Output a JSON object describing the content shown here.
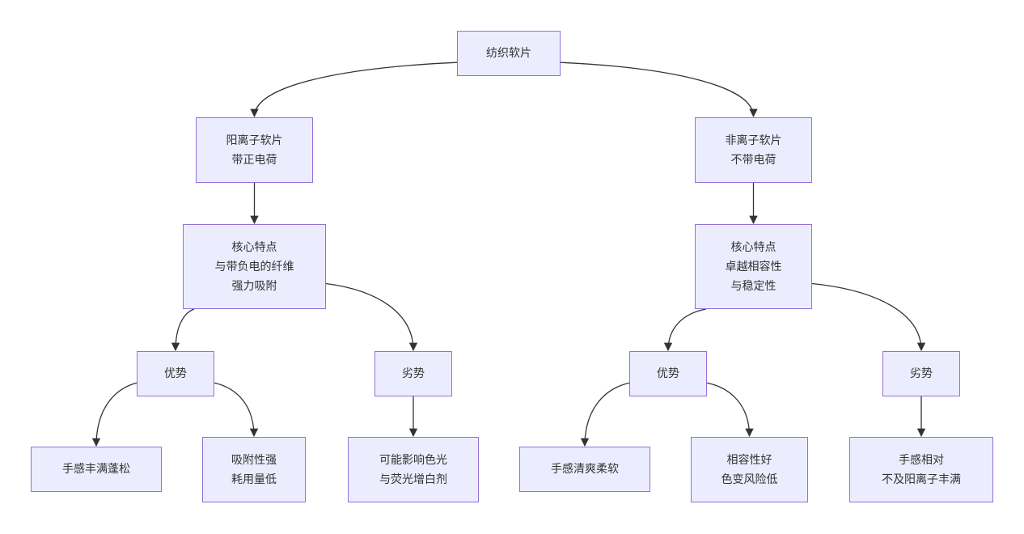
{
  "nodes": {
    "root": [
      "纺织软片"
    ],
    "cationic": [
      "阳离子软片",
      "带正电荷"
    ],
    "nonionic": [
      "非离子软片",
      "不带电荷"
    ],
    "cat_core": [
      "核心特点",
      "与带负电的纤维",
      "强力吸附"
    ],
    "non_core": [
      "核心特点",
      "卓越相容性",
      "与稳定性"
    ],
    "cat_adv": [
      "优势"
    ],
    "cat_dis": [
      "劣势"
    ],
    "non_adv": [
      "优势"
    ],
    "non_dis": [
      "劣势"
    ],
    "cat_adv_1": [
      "手感丰满蓬松"
    ],
    "cat_adv_2": [
      "吸附性强",
      "耗用量低"
    ],
    "cat_dis_1": [
      "可能影响色光",
      "与荧光增白剂"
    ],
    "non_adv_1": [
      "手感清爽柔软"
    ],
    "non_adv_2": [
      "相容性好",
      "色变风险低"
    ],
    "non_dis_1": [
      "手感相对",
      "不及阳离子丰满"
    ]
  },
  "edges": [
    [
      "root",
      "cationic"
    ],
    [
      "root",
      "nonionic"
    ],
    [
      "cationic",
      "cat_core"
    ],
    [
      "nonionic",
      "non_core"
    ],
    [
      "cat_core",
      "cat_adv"
    ],
    [
      "cat_core",
      "cat_dis"
    ],
    [
      "non_core",
      "non_adv"
    ],
    [
      "non_core",
      "non_dis"
    ],
    [
      "cat_adv",
      "cat_adv_1"
    ],
    [
      "cat_adv",
      "cat_adv_2"
    ],
    [
      "cat_dis",
      "cat_dis_1"
    ],
    [
      "non_adv",
      "non_adv_1"
    ],
    [
      "non_adv",
      "non_adv_2"
    ],
    [
      "non_dis",
      "non_dis_1"
    ]
  ],
  "colors": {
    "node_fill": "#ececff",
    "node_border": "#9370db",
    "edge": "#333333",
    "text": "#333333"
  }
}
